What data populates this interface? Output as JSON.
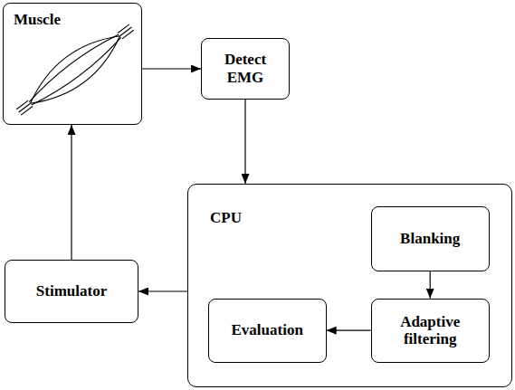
{
  "diagram": {
    "nodes": [
      {
        "text": [
          "Muscle"
        ]
      },
      {
        "text": [
          "Detect EMG"
        ]
      },
      {
        "text": [
          "Stimulator"
        ]
      },
      {
        "text": [
          "CPU"
        ]
      },
      {
        "text": [
          "Blanking"
        ],
        "in": 3
      },
      {
        "text": [
          "Evaluation"
        ],
        "in": 3
      },
      {
        "text": [
          "Adaptive filtering"
        ],
        "in": 3
      }
    ],
    "edges": [
      {
        "from": 0,
        "to": 1,
        "arrow": "to"
      },
      {
        "from": 1,
        "to": 3,
        "arrow": "to"
      },
      {
        "from": 4,
        "to": 6,
        "arrow": "to"
      },
      {
        "from": 6,
        "to": 5,
        "arrow": "to"
      },
      {
        "from": 3,
        "to": 2,
        "arrow": "to"
      },
      {
        "from": 2,
        "to": 0,
        "arrow": "to"
      }
    ]
  }
}
